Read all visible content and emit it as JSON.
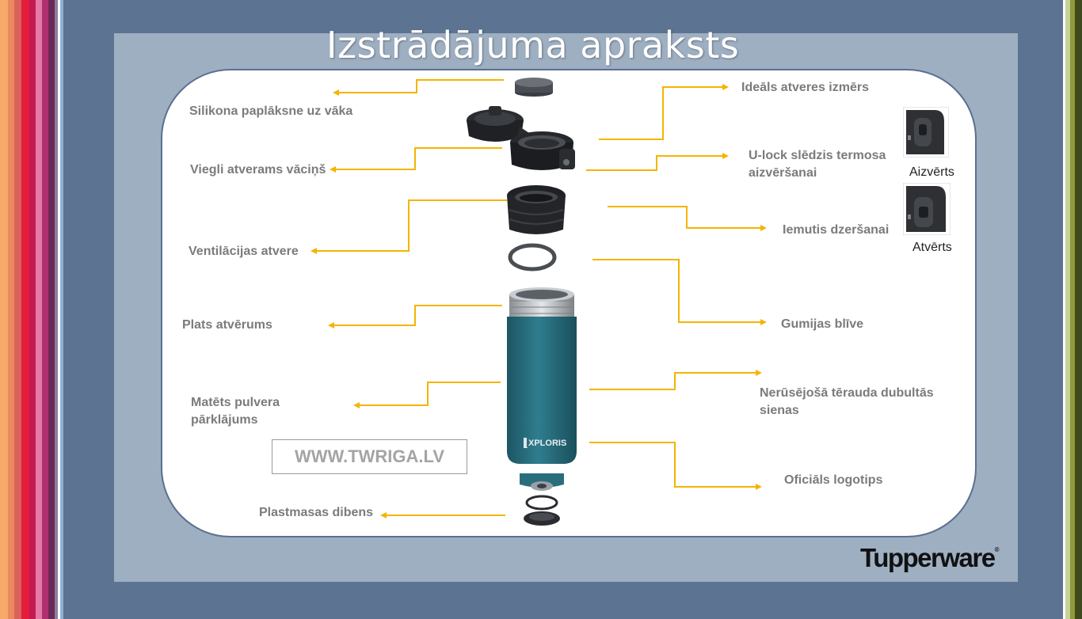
{
  "title": "Izstrādājuma apraksts",
  "labels_left": {
    "silicone": "Silikona paplāksne uz vāka",
    "lid": "Viegli atverams vāciņš",
    "vent": "Ventilācijas atvere",
    "wide": "Plats atvērums",
    "matte": "Matēts pulvera pārklājums",
    "bottom": "Plastmasas dibens"
  },
  "labels_right": {
    "opening": "Ideāls atveres izmērs",
    "ulock": "U-lock slēdzis termosa aizvēršanai",
    "mouthpiece": "Iemutis dzeršanai",
    "gasket": "Gumijas blīve",
    "steel": "Nerūsējošā tērauda dubultās sienas",
    "logo": "Oficiāls logotips"
  },
  "lock_states": {
    "closed": "Aizvērts",
    "open": "Atvērts"
  },
  "bottle_brand": "XPLORIS",
  "website": "WWW.TWRIGA.LV",
  "brand": "Tupperware",
  "brand_mark": "®",
  "colors": {
    "background": "#5c7391",
    "panel": "#9eafc2",
    "arrow": "#f5b400",
    "bottle": "#2a6e7e",
    "label": "#7b7b7b"
  }
}
